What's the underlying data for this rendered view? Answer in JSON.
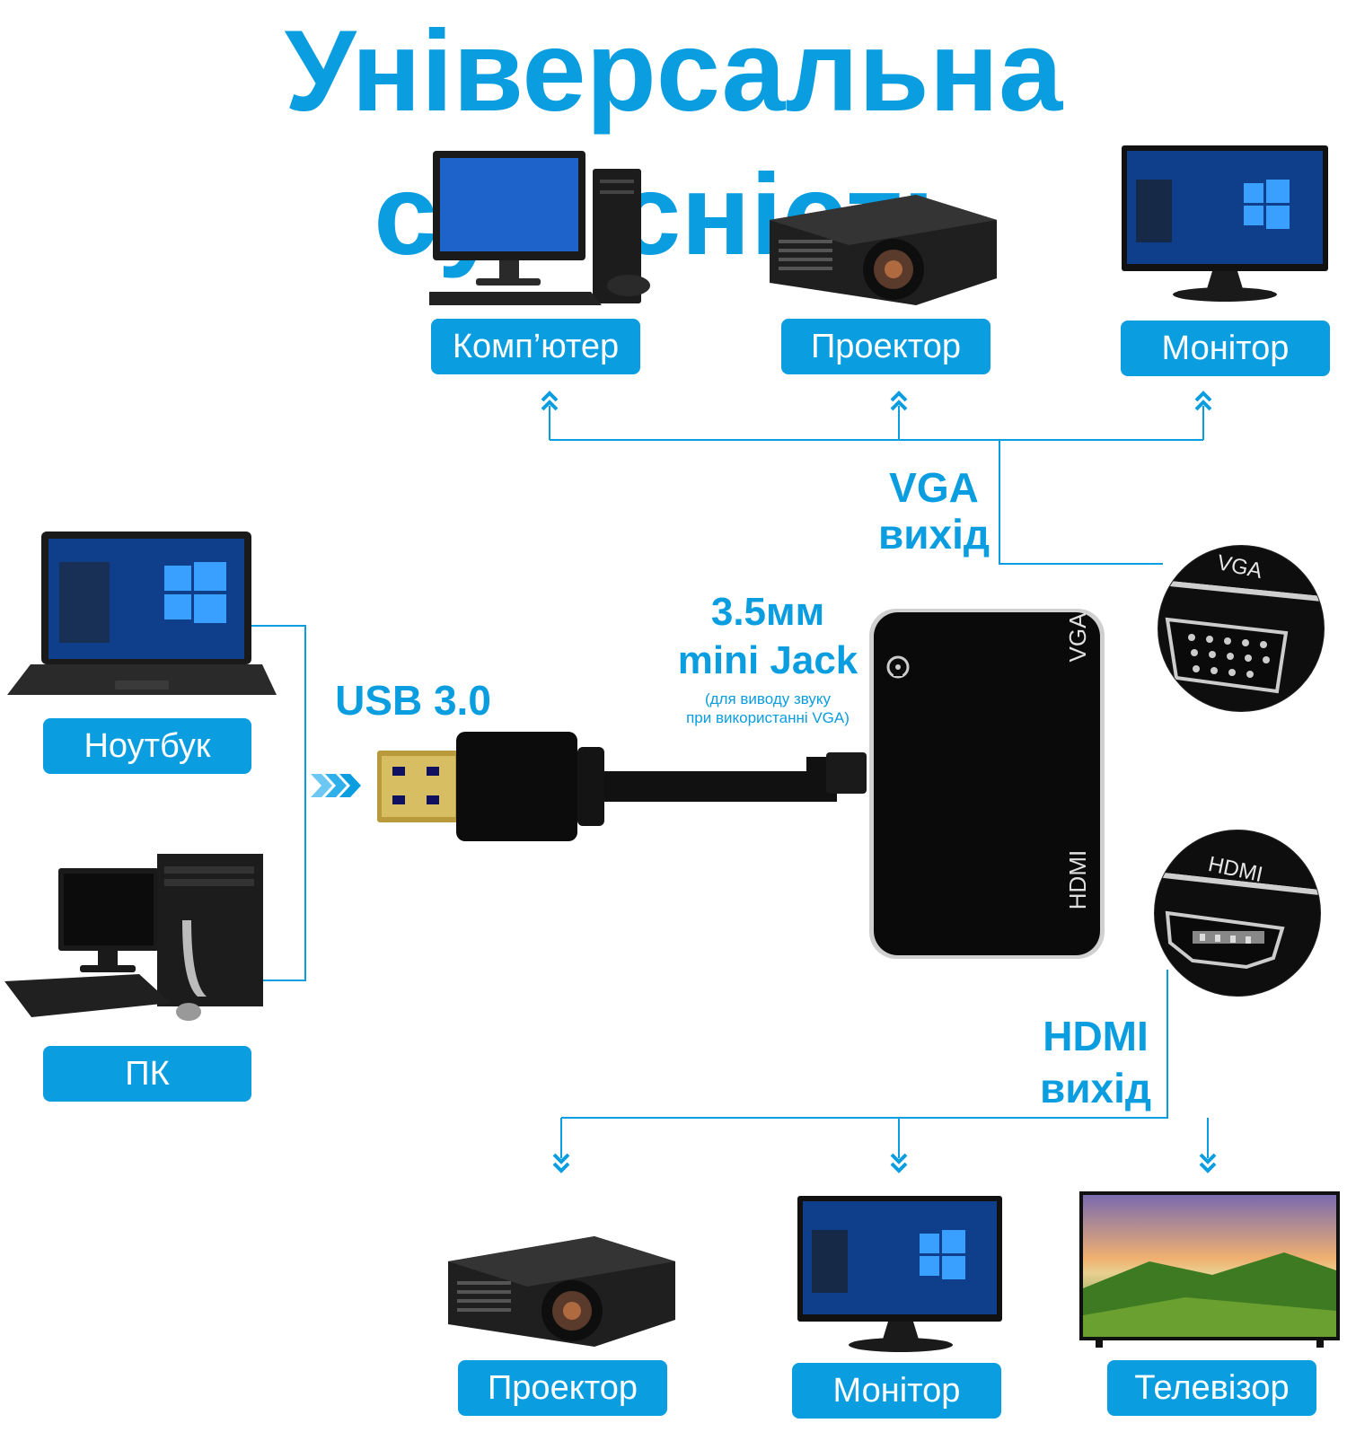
{
  "title": "Універсальна сумісність",
  "top_devices": {
    "computer": "Комп’ютер",
    "projector": "Проектор",
    "monitor": "Монітор"
  },
  "left_devices": {
    "laptop": "Ноутбук",
    "pc": "ПК"
  },
  "bottom_devices": {
    "projector": "Проектор",
    "monitor": "Монітор",
    "tv": "Телевізор"
  },
  "vga_output": {
    "line1": "VGA",
    "line2": "вихід"
  },
  "hdmi_output": {
    "line1": "HDMI",
    "line2": "вихід"
  },
  "usb_label": "USB 3.0",
  "jack": {
    "line1": "3.5мм",
    "line2": "mini Jack",
    "note1": "(для виводу звуку",
    "note2": "при використанні VGA)"
  },
  "adapter_ports": {
    "vga": "VGA",
    "hdmi": "HDMI"
  },
  "colors": {
    "accent": "#0a9de0",
    "device": "#151515"
  }
}
